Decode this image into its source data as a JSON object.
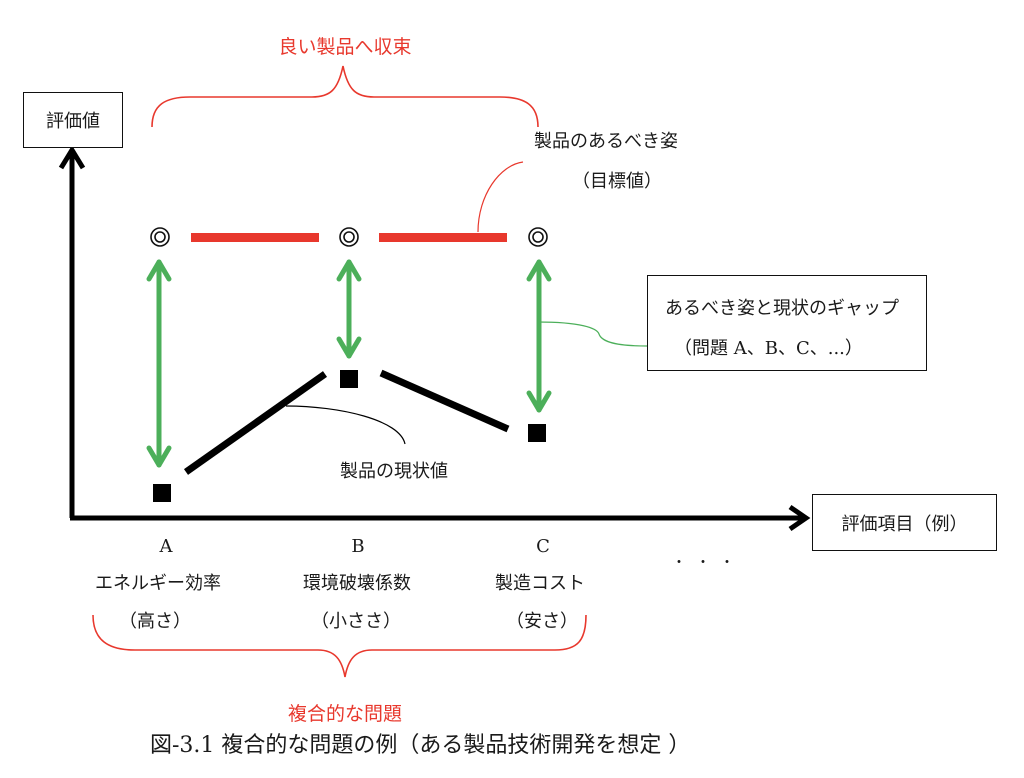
{
  "diagram": {
    "y_axis_label": "評価値",
    "x_axis_label": "評価項目（例）",
    "top_brace_label": "良い製品へ収束",
    "bottom_brace_label": "複合的な問題",
    "target_label_line1": "製品のあるべき姿",
    "target_label_line2": "（目標値）",
    "gap_callout_line1": "あるべき姿と現状のギャップ",
    "gap_callout_line2": "（問題 A、B、C、...）",
    "current_label": "製品の現状値",
    "ellipsis": "・・・",
    "target_marker": "◎",
    "items": [
      {
        "letter": "A",
        "name": "エネルギー効率",
        "criterion": "（高さ）",
        "target_level": 1.0,
        "current_level": 0.1
      },
      {
        "letter": "B",
        "name": "環境破壊係数",
        "criterion": "（小ささ）",
        "target_level": 1.0,
        "current_level": 0.55
      },
      {
        "letter": "C",
        "name": "製造コスト",
        "criterion": "（安さ）",
        "target_level": 1.0,
        "current_level": 0.3
      }
    ],
    "colors": {
      "target_line": "#e8382d",
      "brace": "#e8382d",
      "gap_arrow": "#4caf5a",
      "axis": "#000000",
      "current_line": "#000000"
    }
  },
  "caption": "図-3.1 複合的な問題の例（ある製品技術開発を想定 ）"
}
